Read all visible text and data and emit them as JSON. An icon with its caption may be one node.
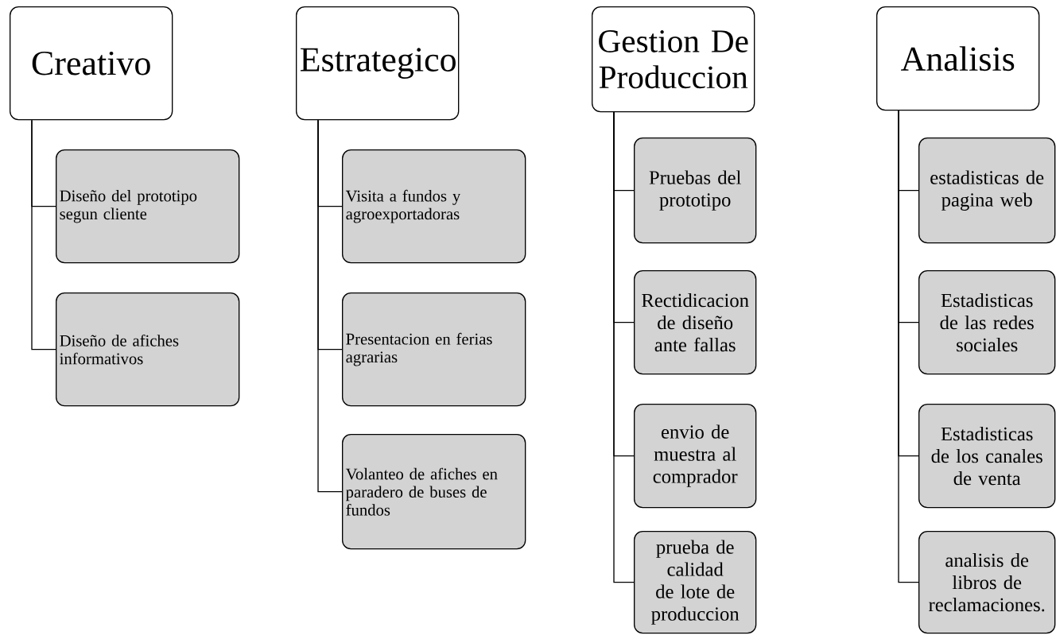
{
  "diagram": {
    "nodes": [
      {
        "text": [
          "Creativo"
        ]
      },
      {
        "text": [
          "Diseño del prototipo segun cliente"
        ]
      },
      {
        "text": [
          "Diseño de afiches informativos"
        ]
      },
      {
        "text": [
          "Estrategico"
        ]
      },
      {
        "text": [
          "Visita a fundos y agroexportadoras"
        ]
      },
      {
        "text": [
          "Presentacion en ferias agrarias"
        ]
      },
      {
        "text": [
          "Volanteo de afiches en paradero de buses de fundos"
        ]
      },
      {
        "text": [
          "Gestion De Produccion"
        ]
      },
      {
        "text": [
          "Pruebas del prototipo"
        ]
      },
      {
        "text": [
          "Rectidicacion de diseño ante fallas"
        ]
      },
      {
        "text": [
          "envio de muestra al comprador"
        ]
      },
      {
        "text": [
          "prueba de calidad de lote de produccion"
        ]
      },
      {
        "text": [
          "Analisis"
        ]
      },
      {
        "text": [
          "estadisticas de pagina web"
        ]
      },
      {
        "text": [
          "Estadisticas de las redes sociales"
        ]
      },
      {
        "text": [
          "Estadisticas de los canales de venta"
        ]
      },
      {
        "text": [
          "analisis de libros de reclamaciones."
        ]
      }
    ],
    "edges": [
      {
        "from": 0,
        "to": 1,
        "arrow": "none"
      },
      {
        "from": 0,
        "to": 2,
        "arrow": "none"
      },
      {
        "from": 3,
        "to": 4,
        "arrow": "none"
      },
      {
        "from": 3,
        "to": 5,
        "arrow": "none"
      },
      {
        "from": 3,
        "to": 6,
        "arrow": "none"
      },
      {
        "from": 7,
        "to": 8,
        "arrow": "none"
      },
      {
        "from": 7,
        "to": 9,
        "arrow": "none"
      },
      {
        "from": 7,
        "to": 10,
        "arrow": "none"
      },
      {
        "from": 7,
        "to": 11,
        "arrow": "none"
      },
      {
        "from": 12,
        "to": 13,
        "arrow": "none"
      },
      {
        "from": 12,
        "to": 14,
        "arrow": "none"
      },
      {
        "from": 12,
        "to": 15,
        "arrow": "none"
      },
      {
        "from": 12,
        "to": 16,
        "arrow": "none"
      }
    ]
  }
}
